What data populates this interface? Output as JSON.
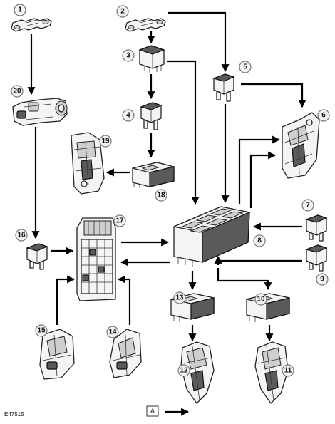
{
  "figure": {
    "id": "E47515",
    "view_label": "A"
  },
  "callouts": [
    {
      "n": "1",
      "part": "fusible-link"
    },
    {
      "n": "2",
      "part": "fusible-link"
    },
    {
      "n": "3",
      "part": "relay"
    },
    {
      "n": "4",
      "part": "fuse"
    },
    {
      "n": "5",
      "part": "fuse"
    },
    {
      "n": "6",
      "part": "window-regulator-motor"
    },
    {
      "n": "7",
      "part": "fuse"
    },
    {
      "n": "8",
      "part": "master-window-switch"
    },
    {
      "n": "9",
      "part": "fuse"
    },
    {
      "n": "10",
      "part": "window-switch"
    },
    {
      "n": "11",
      "part": "window-regulator-motor"
    },
    {
      "n": "12",
      "part": "window-regulator-motor"
    },
    {
      "n": "13",
      "part": "window-switch"
    },
    {
      "n": "14",
      "part": "door-latch"
    },
    {
      "n": "15",
      "part": "door-latch"
    },
    {
      "n": "16",
      "part": "fuse"
    },
    {
      "n": "17",
      "part": "central-junction-box"
    },
    {
      "n": "18",
      "part": "window-switch"
    },
    {
      "n": "19",
      "part": "window-regulator-motor"
    },
    {
      "n": "20",
      "part": "ignition-switch"
    }
  ]
}
